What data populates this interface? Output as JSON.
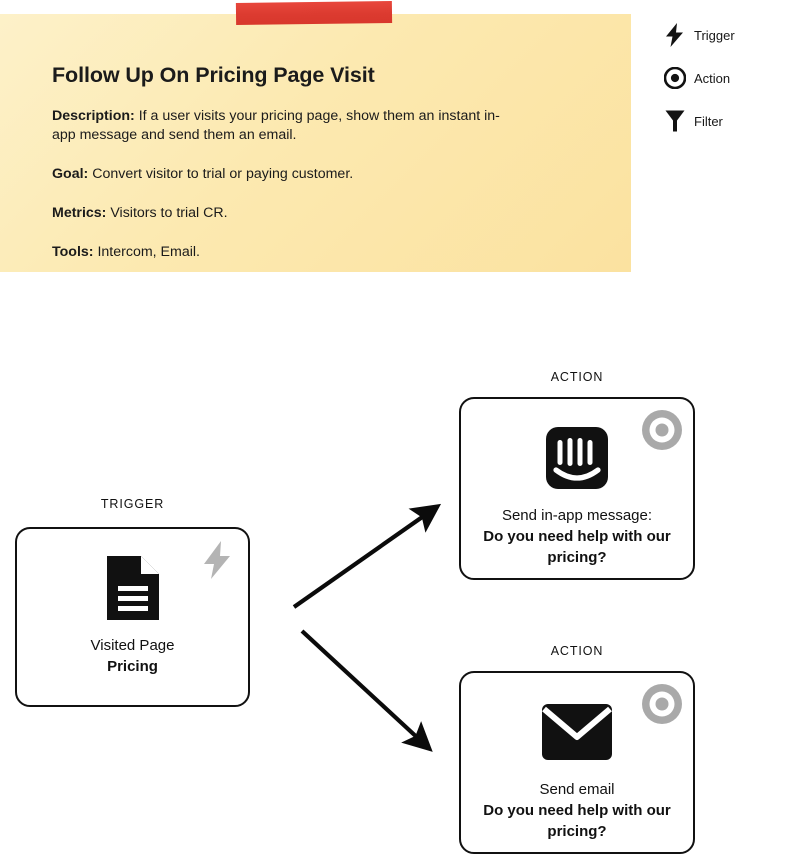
{
  "note": {
    "title": "Follow Up On Pricing Page Visit",
    "description_label": "Description:",
    "description_text": " If a user visits your pricing page, show them an instant in-app message and send them an email.",
    "goal_label": "Goal:",
    "goal_text": " Convert visitor to trial or paying customer.",
    "metrics_label": "Metrics:",
    "metrics_text": " Visitors to trial CR.",
    "tools_label": "Tools:",
    "tools_text": " Intercom, Email.",
    "paper_color": "#fce9b0",
    "tape_color": "#dc3b30"
  },
  "legend": {
    "items": [
      {
        "icon": "lightning-bolt-icon",
        "label": "Trigger"
      },
      {
        "icon": "target-circle-icon",
        "label": "Action"
      },
      {
        "icon": "funnel-filter-icon",
        "label": "Filter"
      }
    ]
  },
  "flow": {
    "nodes": [
      {
        "caption": "TRIGGER",
        "icon": "document-page-icon",
        "badge": "lightning-bolt-icon",
        "badge_color": "#b0b0b0",
        "line1": "Visited Page",
        "line2": "Pricing"
      },
      {
        "caption": "ACTION",
        "icon": "intercom-logo-icon",
        "badge": "target-circle-icon",
        "badge_color": "#a9a9a9",
        "line1": "Send in-app message:",
        "line2": "Do you need help with our pricing?"
      },
      {
        "caption": "ACTION",
        "icon": "envelope-mail-icon",
        "badge": "target-circle-icon",
        "badge_color": "#a9a9a9",
        "line1": "Send email",
        "line2": "Do you need help with our pricing?"
      }
    ]
  }
}
